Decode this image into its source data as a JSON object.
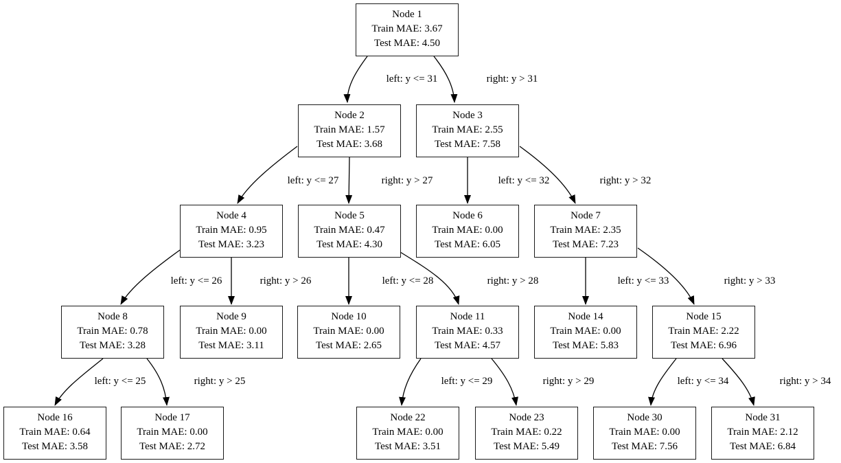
{
  "diagram": {
    "type": "decision-tree",
    "colors": {
      "background": "#ffffff",
      "node_fill": "#ffffff",
      "node_border": "#000000",
      "edge": "#000000",
      "text": "#000000"
    },
    "nodes": [
      {
        "id": "1",
        "lines": [
          "Node 1",
          "Train MAE: 3.67",
          "Test MAE: 4.50"
        ]
      },
      {
        "id": "2",
        "lines": [
          "Node 2",
          "Train MAE: 1.57",
          "Test MAE: 3.68"
        ]
      },
      {
        "id": "3",
        "lines": [
          "Node 3",
          "Train MAE: 2.55",
          "Test MAE: 7.58"
        ]
      },
      {
        "id": "4",
        "lines": [
          "Node 4",
          "Train MAE: 0.95",
          "Test MAE: 3.23"
        ]
      },
      {
        "id": "5",
        "lines": [
          "Node 5",
          "Train MAE: 0.47",
          "Test MAE: 4.30"
        ]
      },
      {
        "id": "6",
        "lines": [
          "Node 6",
          "Train MAE: 0.00",
          "Test MAE: 6.05"
        ]
      },
      {
        "id": "7",
        "lines": [
          "Node 7",
          "Train MAE: 2.35",
          "Test MAE: 7.23"
        ]
      },
      {
        "id": "8",
        "lines": [
          "Node 8",
          "Train MAE: 0.78",
          "Test MAE: 3.28"
        ]
      },
      {
        "id": "9",
        "lines": [
          "Node 9",
          "Train MAE: 0.00",
          "Test MAE: 3.11"
        ]
      },
      {
        "id": "10",
        "lines": [
          "Node 10",
          "Train MAE: 0.00",
          "Test MAE: 2.65"
        ]
      },
      {
        "id": "11",
        "lines": [
          "Node 11",
          "Train MAE: 0.33",
          "Test MAE: 4.57"
        ]
      },
      {
        "id": "14",
        "lines": [
          "Node 14",
          "Train MAE: 0.00",
          "Test MAE: 5.83"
        ]
      },
      {
        "id": "15",
        "lines": [
          "Node 15",
          "Train MAE: 2.22",
          "Test MAE: 6.96"
        ]
      },
      {
        "id": "16",
        "lines": [
          "Node 16",
          "Train MAE: 0.64",
          "Test MAE: 3.58"
        ]
      },
      {
        "id": "17",
        "lines": [
          "Node 17",
          "Train MAE: 0.00",
          "Test MAE: 2.72"
        ]
      },
      {
        "id": "22",
        "lines": [
          "Node 22",
          "Train MAE: 0.00",
          "Test MAE: 3.51"
        ]
      },
      {
        "id": "23",
        "lines": [
          "Node 23",
          "Train MAE: 0.22",
          "Test MAE: 5.49"
        ]
      },
      {
        "id": "30",
        "lines": [
          "Node 30",
          "Train MAE: 0.00",
          "Test MAE: 7.56"
        ]
      },
      {
        "id": "31",
        "lines": [
          "Node 31",
          "Train MAE: 2.12",
          "Test MAE: 6.84"
        ]
      }
    ],
    "edges": [
      {
        "from": "1",
        "to": "2",
        "label": "left: y <= 31"
      },
      {
        "from": "1",
        "to": "3",
        "label": "right: y > 31"
      },
      {
        "from": "2",
        "to": "4",
        "label": "left: y <= 27"
      },
      {
        "from": "2",
        "to": "5",
        "label": "right: y > 27"
      },
      {
        "from": "3",
        "to": "6",
        "label": "left: y <= 32"
      },
      {
        "from": "3",
        "to": "7",
        "label": "right: y > 32"
      },
      {
        "from": "4",
        "to": "8",
        "label": "left: y <= 26"
      },
      {
        "from": "4",
        "to": "9",
        "label": "right: y > 26"
      },
      {
        "from": "5",
        "to": "10",
        "label": "left: y <= 28"
      },
      {
        "from": "5",
        "to": "11",
        "label": "right: y > 28"
      },
      {
        "from": "7",
        "to": "14",
        "label": "left: y <= 33"
      },
      {
        "from": "7",
        "to": "15",
        "label": "right: y > 33"
      },
      {
        "from": "8",
        "to": "16",
        "label": "left: y <= 25"
      },
      {
        "from": "8",
        "to": "17",
        "label": "right: y > 25"
      },
      {
        "from": "11",
        "to": "22",
        "label": "left: y <= 29"
      },
      {
        "from": "11",
        "to": "23",
        "label": "right: y > 29"
      },
      {
        "from": "15",
        "to": "30",
        "label": "left: y <= 34"
      },
      {
        "from": "15",
        "to": "31",
        "label": "right: y > 34"
      }
    ]
  }
}
